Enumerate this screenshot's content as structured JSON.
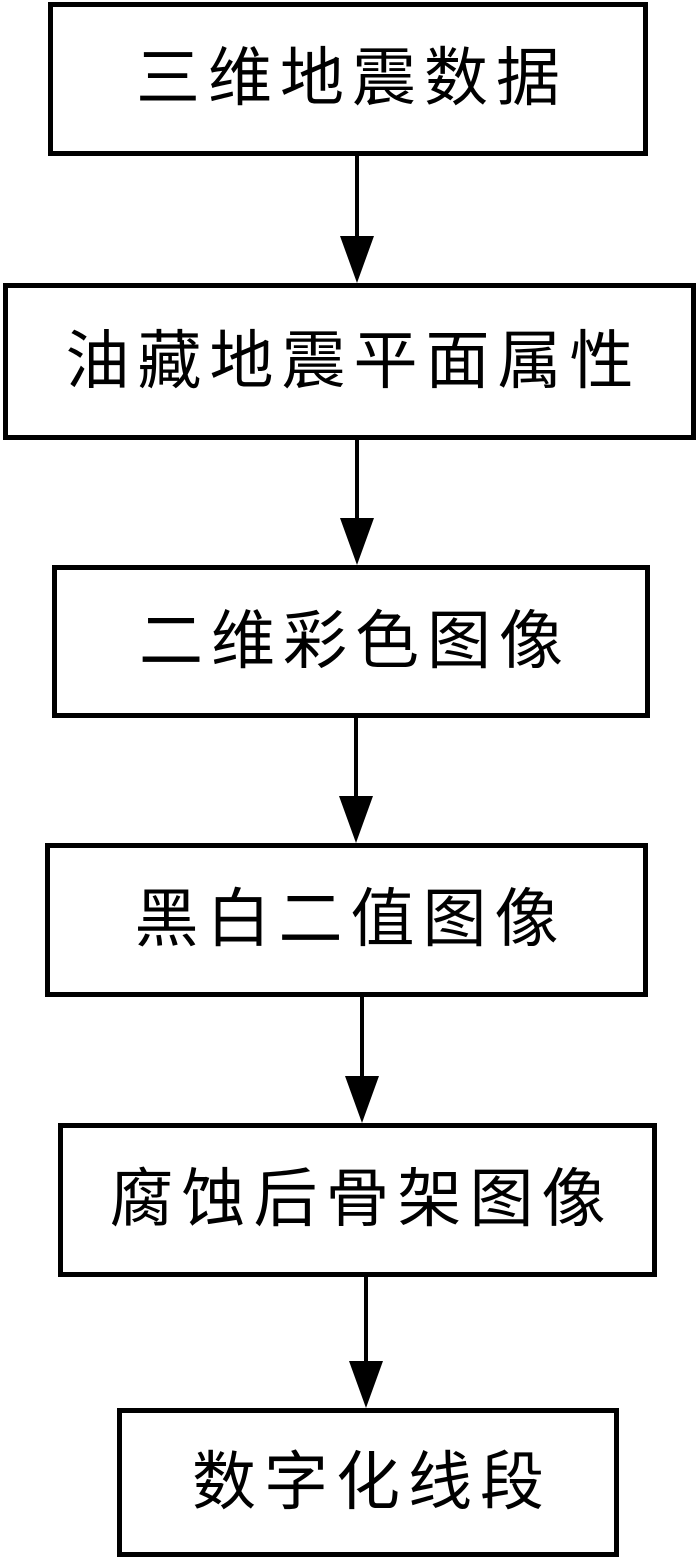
{
  "diagram": {
    "type": "flowchart",
    "direction": "top-to-bottom",
    "colors": {
      "background": "#ffffff",
      "box_border": "#000000",
      "text": "#000000",
      "arrow": "#000000"
    },
    "nodes": [
      {
        "label": "三维地震数据"
      },
      {
        "label": "油藏地震平面属性"
      },
      {
        "label": "二维彩色图像"
      },
      {
        "label": "黑白二值图像"
      },
      {
        "label": "腐蚀后骨架图像"
      },
      {
        "label": "数字化线段"
      }
    ],
    "connections": [
      {
        "from": 0,
        "to": 1,
        "style": "arrow-down"
      },
      {
        "from": 1,
        "to": 2,
        "style": "arrow-down"
      },
      {
        "from": 2,
        "to": 3,
        "style": "arrow-down"
      },
      {
        "from": 3,
        "to": 4,
        "style": "arrow-down"
      },
      {
        "from": 4,
        "to": 5,
        "style": "arrow-down"
      }
    ]
  }
}
